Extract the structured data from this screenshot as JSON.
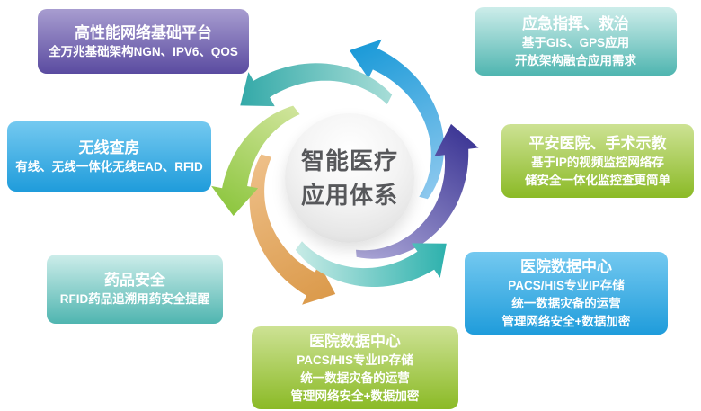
{
  "center": {
    "line1": "智能医疗",
    "line2": "应用体系",
    "text_color": "#57585b"
  },
  "palette": {
    "purple": [
      "#a89dd0",
      "#5a4ba0"
    ],
    "teal": [
      "#cdedea",
      "#4fb5b0"
    ],
    "blue": [
      "#74c9f0",
      "#1f9cdb"
    ],
    "green": [
      "#cde294",
      "#8bba26"
    ]
  },
  "boxes": [
    {
      "id": "network-platform",
      "color": "purple",
      "title": "高性能网络基础平台",
      "lines": [
        "全万兆基础架构NGN、IPV6、QOS"
      ]
    },
    {
      "id": "emergency-command",
      "color": "teal",
      "title": "应急指挥、救治",
      "lines": [
        "基于GIS、GPS应用",
        "开放架构融合应用需求"
      ]
    },
    {
      "id": "wireless-rounds",
      "color": "blue",
      "title": "无线查房",
      "lines": [
        "有线、无线一体化无线EAD、RFID"
      ]
    },
    {
      "id": "safe-hospital",
      "color": "green",
      "title": "平安医院、手术示教",
      "lines": [
        "基于IP的视频监控网络存",
        "储安全一体化监控查更简单"
      ]
    },
    {
      "id": "drug-safety",
      "color": "teal",
      "title": "药品安全",
      "lines": [
        "RFID药品追溯用药安全提醒"
      ]
    },
    {
      "id": "hospital-data-center-right",
      "color": "blue",
      "title": "医院数据中心",
      "lines": [
        "PACS/HIS专业IP存储",
        "统一数据灾备的运营",
        "管理网络安全+数据加密"
      ]
    },
    {
      "id": "hospital-data-center-bottom",
      "color": "green",
      "title": "医院数据中心",
      "lines": [
        "PACS/HIS专业IP存储",
        "统一数据灾备的运营",
        "管理网络安全+数据加密"
      ]
    }
  ],
  "arrows": [
    {
      "name": "cyan-top",
      "tail_color": "#8cc8ee",
      "head_color": "#1b9ad8"
    },
    {
      "name": "teal-top-left",
      "tail_color": "#a5dcd6",
      "head_color": "#33a9a8"
    },
    {
      "name": "purple-right",
      "tail_color": "#aaa5d6",
      "head_color": "#3e3896"
    },
    {
      "name": "orange-bottom",
      "tail_color": "#eebf88",
      "head_color": "#db9a4b"
    },
    {
      "name": "green-left",
      "tail_color": "#cfe49a",
      "head_color": "#8dc63f"
    },
    {
      "name": "teal-bottom-right",
      "tail_color": "#c5eae5",
      "head_color": "#2db1ad"
    }
  ]
}
